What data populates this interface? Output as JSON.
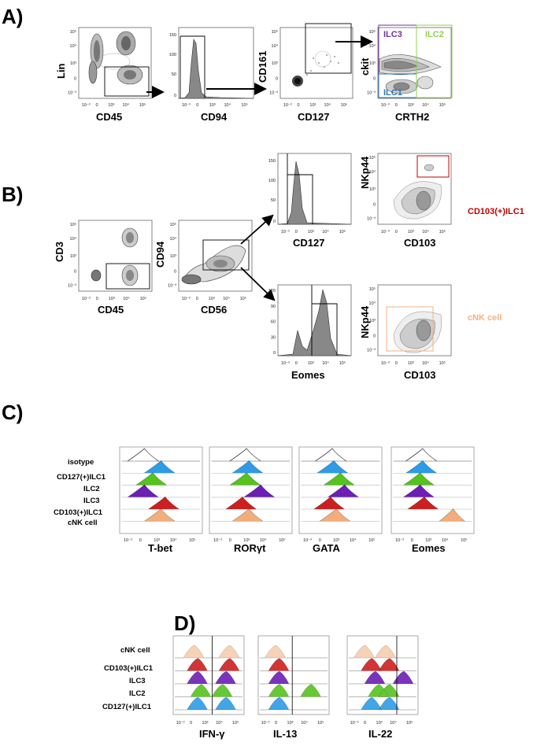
{
  "colors": {
    "isotype": "#ffffff",
    "cd127_ilc1": "#2e9be6",
    "ilc2": "#55c21d",
    "ilc3": "#6c1eb5",
    "cd103_ilc1": "#cc1f1f",
    "cnk": "#f2ad7a",
    "ilc3_label": "#7030a0",
    "ilc2_label": "#92d050",
    "ilc1_label": "#2e75b6",
    "cd103_label": "#c00000",
    "cnk_label": "#f4b183"
  },
  "panels": {
    "A": {
      "letter": "A)",
      "plots": [
        {
          "ylabel": "Lin",
          "xlabel": "CD45"
        },
        {
          "ylabel": "",
          "xlabel": "CD94"
        },
        {
          "ylabel": "CD161",
          "xlabel": "CD127"
        },
        {
          "ylabel": "ckit",
          "xlabel": "CRTH2"
        }
      ],
      "gates": {
        "ilc3": "ILC3",
        "ilc2": "ILC2",
        "ilc1": "ILC1"
      }
    },
    "B": {
      "letter": "B)",
      "plots": [
        {
          "ylabel": "CD3",
          "xlabel": "CD45"
        },
        {
          "ylabel": "CD94",
          "xlabel": "CD56"
        },
        {
          "ylabel": "",
          "xlabel": "CD127"
        },
        {
          "ylabel": "NKp44",
          "xlabel": "CD103"
        },
        {
          "ylabel": "",
          "xlabel": "Eomes"
        },
        {
          "ylabel": "NKp44",
          "xlabel": "CD103"
        }
      ],
      "populations": {
        "cd103": "CD103(+)ILC1",
        "cnk": "cNK cell"
      }
    },
    "C": {
      "letter": "C)",
      "rows": [
        "isotype",
        "CD127(+)ILC1",
        "ILC2",
        "ILC3",
        "CD103(+)ILC1",
        "cNK cell"
      ],
      "markers": [
        "T-bet",
        "RORγt",
        "GATA",
        "Eomes"
      ]
    },
    "D": {
      "letter": "D)",
      "rows": [
        "cNK cell",
        "CD103(+)ILC1",
        "ILC3",
        "ILC2",
        "CD127(+)ILC1"
      ],
      "markers": [
        "IFN-γ",
        "IL-13",
        "IL-22"
      ]
    }
  },
  "ticks": {
    "log_x": [
      "10⁻³",
      "0",
      "10³",
      "10⁴",
      "10⁵"
    ],
    "log_y": [
      "10⁵",
      "10⁴",
      "10³",
      "0",
      "10⁻³"
    ],
    "count_y_a": [
      "150",
      "100",
      "50",
      "0"
    ],
    "count_y_b1": [
      "150",
      "100",
      "50",
      "0"
    ],
    "count_y_b2": [
      "120",
      "90",
      "60",
      "30",
      "0"
    ]
  }
}
